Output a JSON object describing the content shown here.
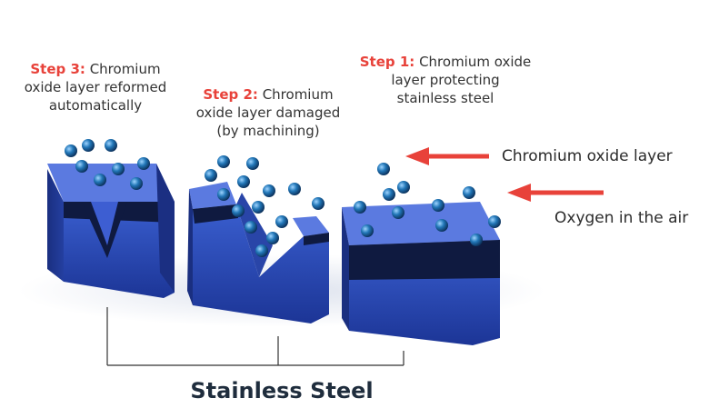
{
  "steps": [
    {
      "label": "Step 3:",
      "lines": [
        "Chromium",
        "oxide layer reformed",
        "automatically"
      ]
    },
    {
      "label": "Step 2:",
      "lines": [
        "Chromium",
        "oxide layer damaged",
        "(by machining)"
      ]
    },
    {
      "label": "Step 1:",
      "lines": [
        "Chromium oxide",
        "layer protecting",
        "stainless steel"
      ]
    }
  ],
  "labels": {
    "oxide_layer": "Chromium oxide layer",
    "oxygen": "Oxygen in the air"
  },
  "footer": "Stainless Steel",
  "colors": {
    "step_label": "#e8423a",
    "arrow": "#e8423a",
    "steel": "#2f4fb8",
    "oxide": "#101a3c",
    "molecule": "#1d6fa8"
  }
}
